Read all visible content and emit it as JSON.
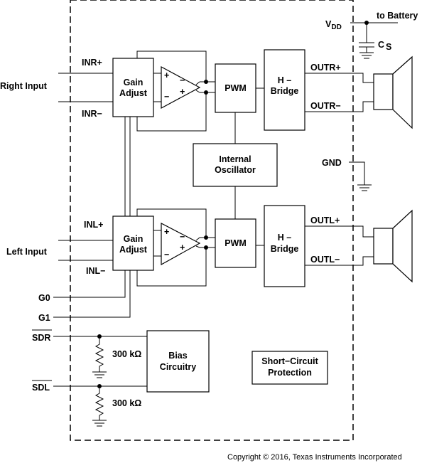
{
  "chip": {
    "gain_adjust_top": [
      "Gain",
      "Adjust"
    ],
    "gain_adjust_bottom": [
      "Gain",
      "Adjust"
    ],
    "pwm_top": "PWM",
    "pwm_bottom": "PWM",
    "hbridge_top": [
      "H –",
      "Bridge"
    ],
    "hbridge_bottom": [
      "H –",
      "Bridge"
    ],
    "oscillator": [
      "Internal",
      "Oscillator"
    ],
    "bias": [
      "Bias",
      "Circuitry"
    ],
    "short_circuit": [
      "Short−Circuit",
      "Protection"
    ],
    "amp_plus": "+",
    "amp_minus": "−"
  },
  "pins": {
    "inr_plus": "INR+",
    "inr_minus": "INR−",
    "inl_plus": "INL+",
    "inl_minus": "INL−",
    "g0": "G0",
    "g1": "G1",
    "sdr": "SDR",
    "sdl": "SDL",
    "outr_plus": "OUTR+",
    "outr_minus": "OUTR−",
    "outl_plus": "OUTL+",
    "outl_minus": "OUTL−",
    "vdd_main": "V",
    "vdd_sub": "DD",
    "gnd": "GND"
  },
  "external": {
    "right_input": "Right Input",
    "left_input": "Left Input",
    "to_battery": "to Battery",
    "cs_main": "C",
    "cs_sub": "S",
    "resistor_sdr": "300 kΩ",
    "resistor_sdl": "300 kΩ"
  },
  "footer": {
    "copyright": "Copyright © 2016, Texas Instruments Incorporated"
  }
}
